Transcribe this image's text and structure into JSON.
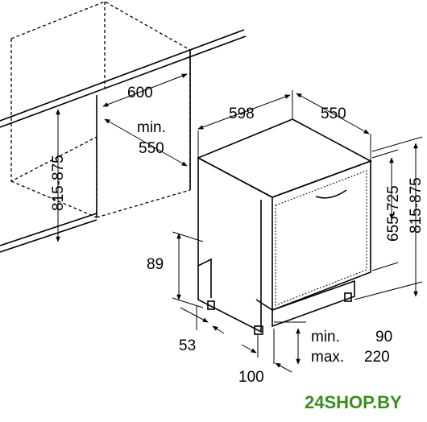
{
  "dimensions": {
    "cabinet_depth": "600",
    "niche_min_label": "min.",
    "niche_min_value": "550",
    "niche_height": "815-875",
    "appliance_width": "598",
    "appliance_depth": "550",
    "door_height": "655-725",
    "appliance_height": "815-875",
    "plinth_height": "89",
    "foot_offset": "53",
    "toe_depth": "100",
    "plinth_min_label": "min.",
    "plinth_min_value": "90",
    "plinth_max_label": "max.",
    "plinth_max_value": "220"
  },
  "watermark": "24SHOP.BY",
  "colors": {
    "watermark": "#3a8f1e",
    "line": "#000000"
  }
}
